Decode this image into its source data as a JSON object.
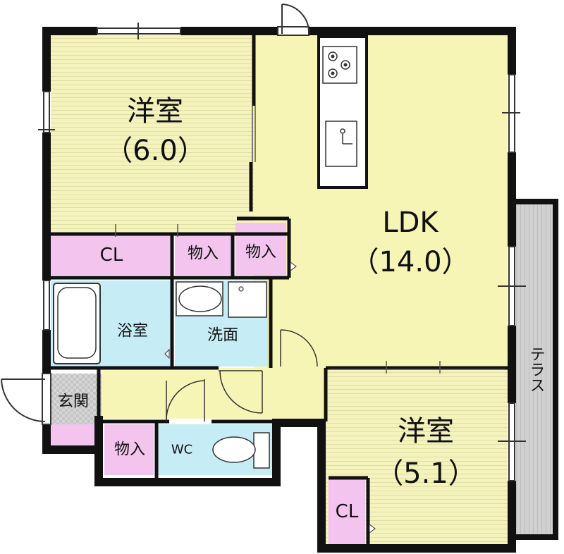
{
  "plan": {
    "rooms": {
      "western_room_1": {
        "name": "洋室",
        "size": "（6.0）"
      },
      "ldk": {
        "name": "LDK",
        "size": "（14.0）"
      },
      "western_room_2": {
        "name": "洋室",
        "size": "（5.1）"
      },
      "closet_1": "CL",
      "closet_2": "CL",
      "storage_1": "物入",
      "storage_2": "物入",
      "storage_3": "物入",
      "bathroom": "浴室",
      "washroom": "洗面",
      "entrance": "玄関",
      "toilet": "WC",
      "terrace": "テラス"
    },
    "colors": {
      "room_yellow": "#f7f5b5",
      "closet_pink": "#f2c4ee",
      "wet_blue": "#c6ecf5",
      "terrace_gray": "#cfcfcf",
      "entrance_gray": "#d8d8d8",
      "wall": "#111111"
    }
  }
}
